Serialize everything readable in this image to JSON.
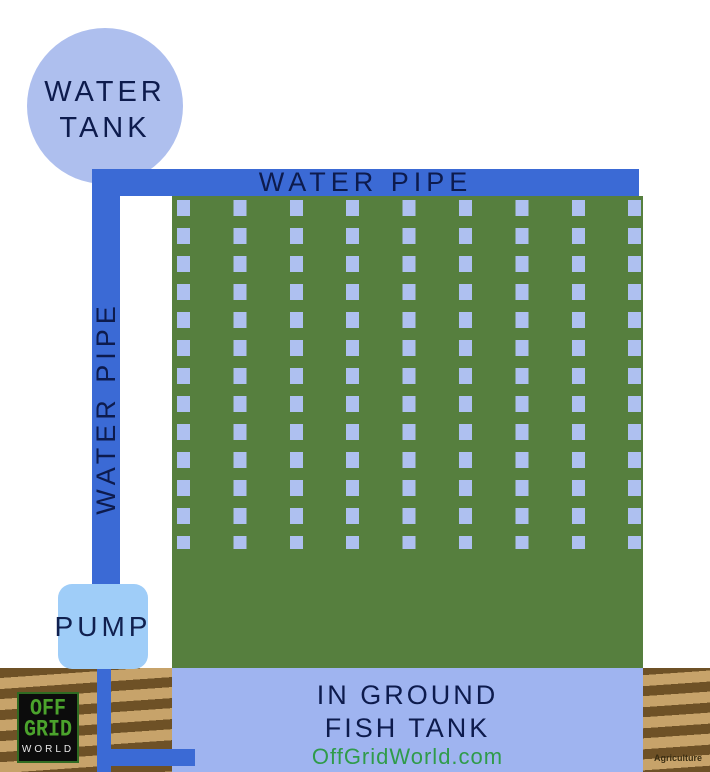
{
  "water_tank": {
    "line1": "WATER",
    "line2": "TANK"
  },
  "top_pipe": {
    "label": "WATER PIPE"
  },
  "side_pipe": {
    "label": "WATER PIPE"
  },
  "pump": {
    "label": "PUMP"
  },
  "fish_tank": {
    "line1": "IN GROUND",
    "line2": "FISH TANK",
    "url": "OffGridWorld.com"
  },
  "logo": {
    "line1": "OFF",
    "line2": "GRID",
    "line3": "WORLD"
  },
  "watermark": "Agriculture",
  "colors": {
    "pipe_blue": "#3b6ad5",
    "tank_periwinkle": "#aebfee",
    "drip_periwinkle": "#aec0f0",
    "fish_tank_blue": "#9fb4f0",
    "pump_blue": "#9fcdf8",
    "bed_green": "#567f3e",
    "wood_tan": "#c7a36a",
    "wood_stripe_brown": "#6e5126",
    "label_navy": "#0d1b4d",
    "url_green": "#2f9b4a",
    "logo_green": "#4ba32c"
  }
}
